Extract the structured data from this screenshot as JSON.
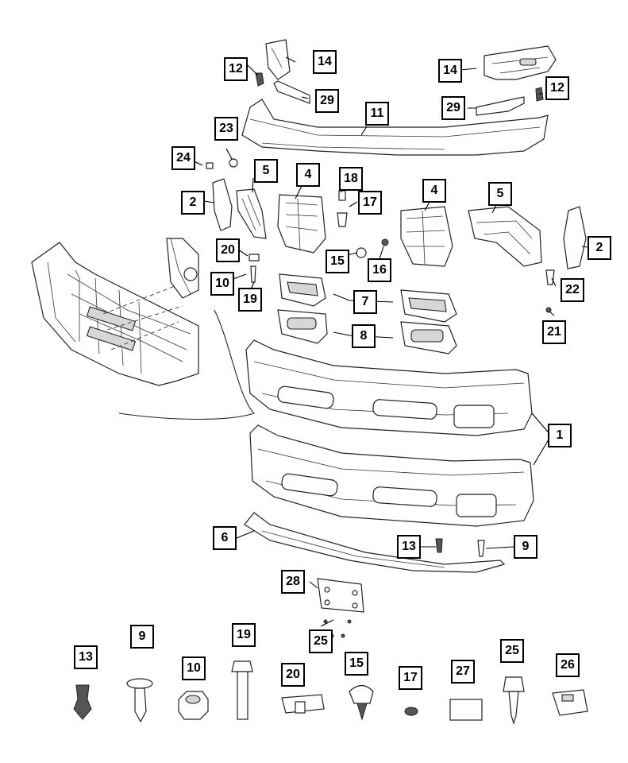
{
  "diagram": {
    "callouts": {
      "c1": "1",
      "c2a": "2",
      "c2b": "2",
      "c4a": "4",
      "c4b": "4",
      "c5a": "5",
      "c5b": "5",
      "c6": "6",
      "c7": "7",
      "c8": "8",
      "c9a": "9",
      "c9b": "9",
      "c10a": "10",
      "c10b": "10",
      "c11": "11",
      "c12a": "12",
      "c12b": "12",
      "c13a": "13",
      "c13b": "13",
      "c14a": "14",
      "c14b": "14",
      "c15a": "15",
      "c15b": "15",
      "c16": "16",
      "c17a": "17",
      "c17b": "17",
      "c18": "18",
      "c19a": "19",
      "c19b": "19",
      "c20a": "20",
      "c20b": "20",
      "c21": "21",
      "c22": "22",
      "c23": "23",
      "c24": "24",
      "c25a": "25",
      "c25b": "25",
      "c26": "26",
      "c27": "27",
      "c28": "28",
      "c29a": "29",
      "c29b": "29"
    }
  }
}
